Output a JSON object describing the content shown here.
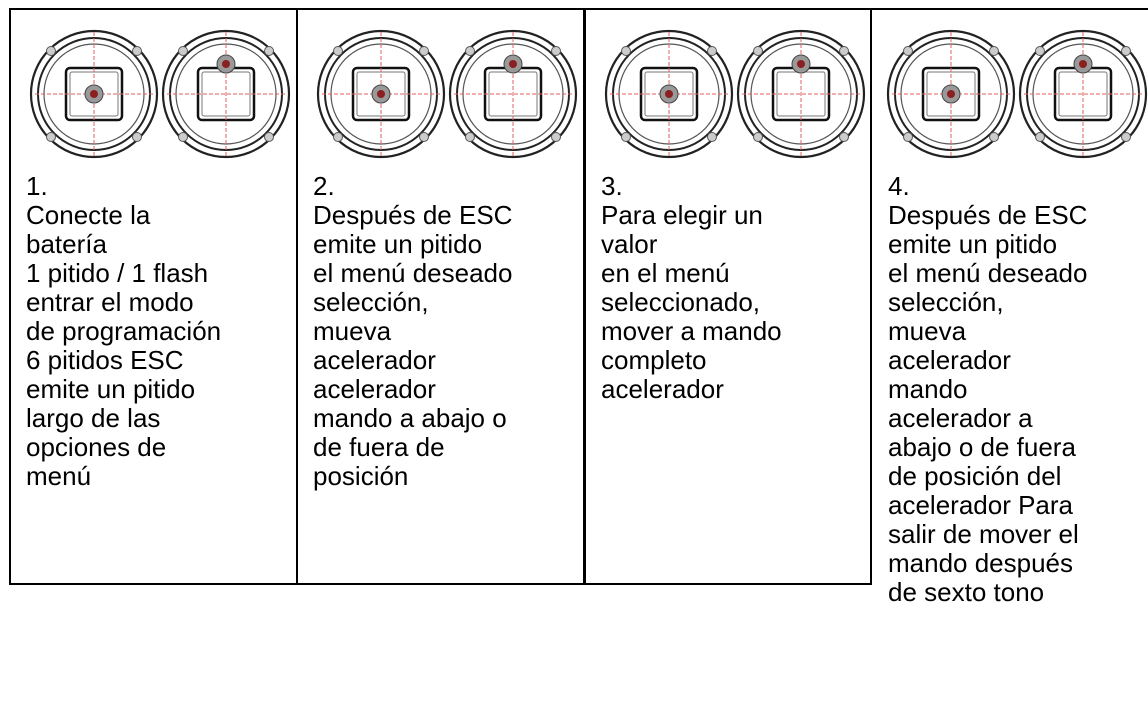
{
  "steps": [
    {
      "number": "1.",
      "text": "Conecte la\nbatería\n1 pitido / 1 flash\nentrar el modo\nde programación\n6 pitidos ESC\nemite un pitido\nlargo de las\nopciones de\nmenú"
    },
    {
      "number": "2.",
      "text": "Después de ESC\nemite un pitido\nel menú deseado\nselección,\nmueva\nacelerador\nacelerador\nmando a abajo o\nde fuera de\nposición"
    },
    {
      "number": "3.",
      "text": "Para elegir un\nvalor\nen el menú\nseleccionado,\nmover a mando\ncompleto\nacelerador"
    },
    {
      "number": "4.",
      "text": "Después de ESC\nemite un pitido\nel menú deseado\nselección,\nmueva\nacelerador\nmando\nacelerador  a\nabajo o de fuera\nde posición del\nacelerador Para\nsalir de mover el\nmando después\nde sexto tono"
    }
  ],
  "icons": {
    "left_stick": "transmitter-stick-centered-icon",
    "right_stick": "transmitter-stick-up-icon"
  },
  "colors": {
    "crosshair": "#e06060",
    "stick_dot": "#8a2020"
  }
}
